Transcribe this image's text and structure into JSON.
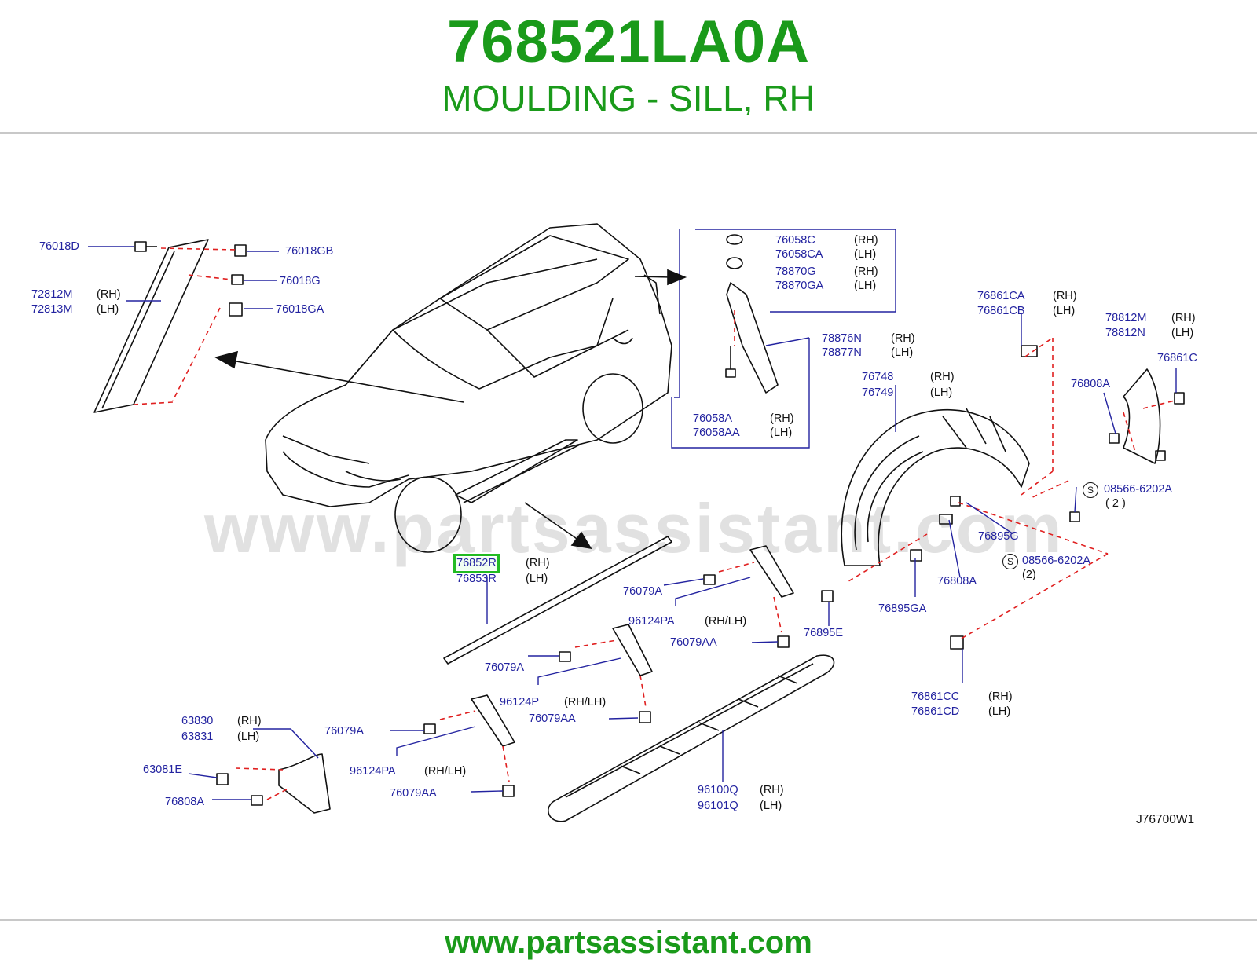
{
  "header": {
    "part_number": "768521LA0A",
    "part_name": "MOULDING - SILL, RH"
  },
  "footer": {
    "url": "www.partsassistant.com"
  },
  "watermark": "www.partsassistant.com",
  "diagram_code": "J76700W1",
  "colors": {
    "brand_green": "#1a9a1a",
    "callout_blue": "#2323a0",
    "dash_red": "#e02020",
    "highlight": "#22bb22"
  },
  "callouts": {
    "c76018D": "76018D",
    "c76018GB": "76018GB",
    "c76018G": "76018G",
    "c76018GA": "76018GA",
    "c72812M": "72812M",
    "c72813M": "72813M",
    "c76058C": "76058C",
    "c76058CA": "76058CA",
    "c78870G": "78870G",
    "c78870GA": "78870GA",
    "c78876N": "78876N",
    "c78877N": "78877N",
    "c76058A": "76058A",
    "c76058AA": "76058AA",
    "c76861CA": "76861CA",
    "c76861CB": "76861CB",
    "c78812M": "78812M",
    "c78812N": "78812N",
    "c76861C": "76861C",
    "c76808A_r": "76808A",
    "c76748": "76748",
    "c76749": "76749",
    "c08566_a": "08566-6202A",
    "c08566_a_qty": "( 2 )",
    "c76895G": "76895G",
    "c08566_b": "08566-6202A",
    "c08566_b_qty": "(2)",
    "c76808A_m": "76808A",
    "c76895GA": "76895GA",
    "c76895E": "76895E",
    "c76852R": "76852R",
    "c76853R": "76853R",
    "c76079A_1": "76079A",
    "c96124PA_1": "96124PA",
    "c76079AA_1": "76079AA",
    "c76079A_2": "76079A",
    "c96124P": "96124P",
    "c76079AA_2": "76079AA",
    "c76079A_3": "76079A",
    "c96124PA_2": "96124PA",
    "c76079AA_3": "76079AA",
    "c63830": "63830",
    "c63831": "63831",
    "c63081E": "63081E",
    "c76808A_l": "76808A",
    "c76861CC": "76861CC",
    "c76861CD": "76861CD",
    "c96100Q": "96100Q",
    "c96101Q": "96101Q"
  },
  "sides": {
    "rh": "(RH)",
    "lh": "(LH)",
    "rhlh": "(RH/LH)",
    "s": "S"
  }
}
